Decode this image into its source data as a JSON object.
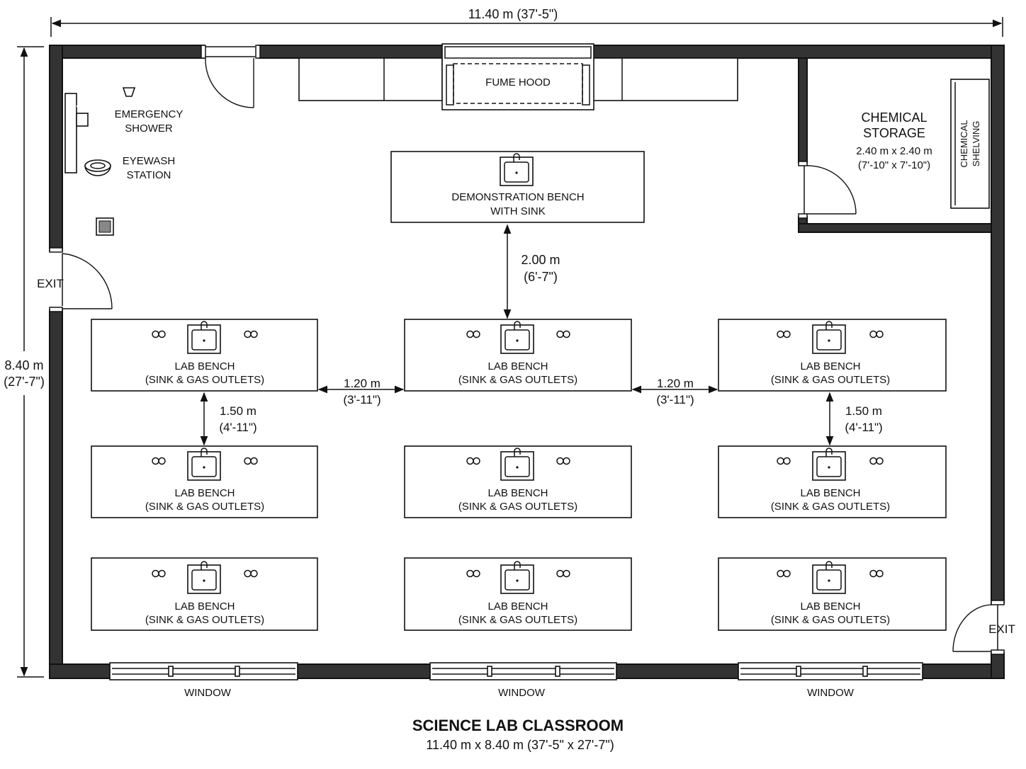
{
  "plan": {
    "title": "SCIENCE LAB CLASSROOM",
    "subtitle": "11.40 m x 8.40 m (37'-5\" x 27'-7\")",
    "overall_width_dim": "11.40 m (37'-5\")",
    "overall_height_dim": {
      "line1": "8.40 m",
      "line2": "(27'-7\")"
    }
  },
  "fixtures": {
    "fume_hood": "FUME HOOD",
    "emergency_shower": {
      "line1": "EMERGENCY",
      "line2": "SHOWER"
    },
    "eyewash_station": {
      "line1": "EYEWASH",
      "line2": "STATION"
    },
    "demo_bench": {
      "line1": "DEMONSTRATION BENCH",
      "line2": "WITH SINK"
    }
  },
  "chemical_storage": {
    "line1": "CHEMICAL",
    "line2": "STORAGE",
    "dim1": "2.40 m x 2.40 m",
    "dim2": "(7'-10\" x 7'-10\")",
    "shelving_line1": "CHEMICAL",
    "shelving_line2": "SHELVING"
  },
  "exits": {
    "left": "EXIT",
    "right": "EXIT"
  },
  "benches": {
    "line1": "LAB BENCH",
    "line2": "(SINK & GAS OUTLETS)"
  },
  "dimensions": {
    "demo_gap": {
      "line1": "2.00 m",
      "line2": "(6'-7\")"
    },
    "aisle_left": {
      "line1": "1.20 m",
      "line2": "(3'-11\")"
    },
    "aisle_right": {
      "line1": "1.20 m",
      "line2": "(3'-11\")"
    },
    "row_gap_left": {
      "line1": "1.50 m",
      "line2": "(4'-11\")"
    },
    "row_gap_right": {
      "line1": "1.50 m",
      "line2": "(4'-11\")"
    }
  },
  "windows": [
    "WINDOW",
    "WINDOW",
    "WINDOW"
  ]
}
